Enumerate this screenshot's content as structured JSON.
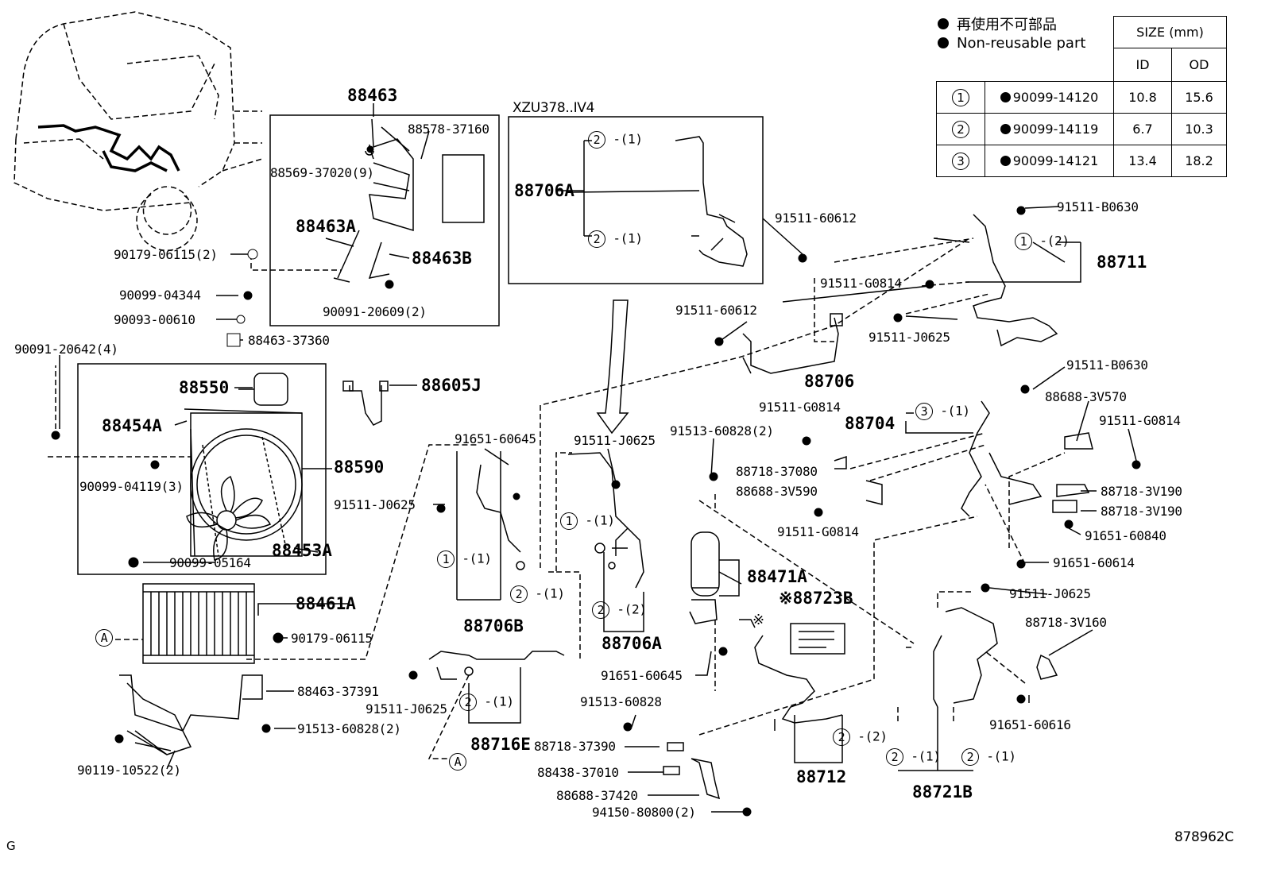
{
  "legend": {
    "jp": "再使用不可部品",
    "en": "Non-reusable part"
  },
  "size_table": {
    "size_header": "SIZE (mm)",
    "id_header": "ID",
    "od_header": "OD",
    "rows": [
      {
        "ref": "1",
        "part": "90099-14120",
        "id": "10.8",
        "od": "15.6"
      },
      {
        "ref": "2",
        "part": "90099-14119",
        "id": "6.7",
        "od": "10.3"
      },
      {
        "ref": "3",
        "part": "90099-14121",
        "id": "13.4",
        "od": "18.2"
      }
    ]
  },
  "variant_box": {
    "title": "XZU378..IV4"
  },
  "labels": {
    "p88463": "88463",
    "p88578_37160": "88578-37160",
    "p88569_37020": "88569-37020(9)",
    "p88463A": "88463A",
    "p88463B": "88463B",
    "p90091_20609": "90091-20609(2)",
    "p90179_06115_2": "90179-06115(2)",
    "p90099_04344": "90099-04344",
    "p90093_00610": "90093-00610",
    "p88463_37360": "88463-37360",
    "p90091_20642": "90091-20642(4)",
    "p88550": "88550",
    "p88454A": "88454A",
    "p88590": "88590",
    "p90099_04119": "90099-04119(3)",
    "p88453A": "88453A",
    "p90099_05164": "90099-05164",
    "p88461A": "88461A",
    "p90179_06115": "90179-06115",
    "p88463_37391": "88463-37391",
    "p91513_60828_2b": "91513-60828(2)",
    "p90119_10522": "90119-10522(2)",
    "p88605J": "88605J",
    "p88706A_top": "88706A",
    "p91651_60645_a": "91651-60645",
    "p91511_J0625_a": "91511-J0625",
    "p88706B": "88706B",
    "p91511_J0625_b": "91511-J0625",
    "p88706A": "88706A",
    "p91511_J0625_c": "91511-J0625",
    "p88716E": "88716E",
    "p91513_60828_2": "91513-60828(2)",
    "p88471A": "88471A",
    "p88723B": "88723B",
    "p91651_60645_b": "91651-60645",
    "p91513_60828": "91513-60828",
    "p88718_37390": "88718-37390",
    "p88438_37010": "88438-37010",
    "p88688_37420": "88688-37420",
    "p94150_80800": "94150-80800(2)",
    "p91511_60612_a": "91511-60612",
    "p91511_60612_b": "91511-60612",
    "p91511_G0814_a": "91511-G0814",
    "p91511_J0625_d": "91511-J0625",
    "p88706": "88706",
    "p91511_B0630_a": "91511-B0630",
    "p88711": "88711",
    "p91511_B0630_b": "91511-B0630",
    "p88704": "88704",
    "p88688_3V570": "88688-3V570",
    "p91511_G0814_b": "91511-G0814",
    "p91511_G0814_c": "91511-G0814",
    "p88718_37080": "88718-37080",
    "p88688_3V590": "88688-3V590",
    "p91511_G0814_d": "91511-G0814",
    "p88718_3V190_a": "88718-3V190",
    "p88718_3V190_b": "88718-3V190",
    "p91651_60840": "91651-60840",
    "p91651_60614": "91651-60614",
    "p91511_J0625_e": "91511-J0625",
    "p88718_3V160": "88718-3V160",
    "p91651_60616": "91651-60616",
    "p88712": "88712",
    "p88721B": "88721B"
  },
  "refs": {
    "r1": "1",
    "r2": "2",
    "r3": "3",
    "qty1": "(1)",
    "qty2": "(2)",
    "A": "A",
    "note_mark": "※"
  },
  "footer": {
    "code": "878962C",
    "corner": "G"
  },
  "icons": [
    "truck-outline-icon",
    "fan-shroud-icon",
    "condenser-icon",
    "receiver-dryer-icon",
    "label-sticker-icon"
  ]
}
